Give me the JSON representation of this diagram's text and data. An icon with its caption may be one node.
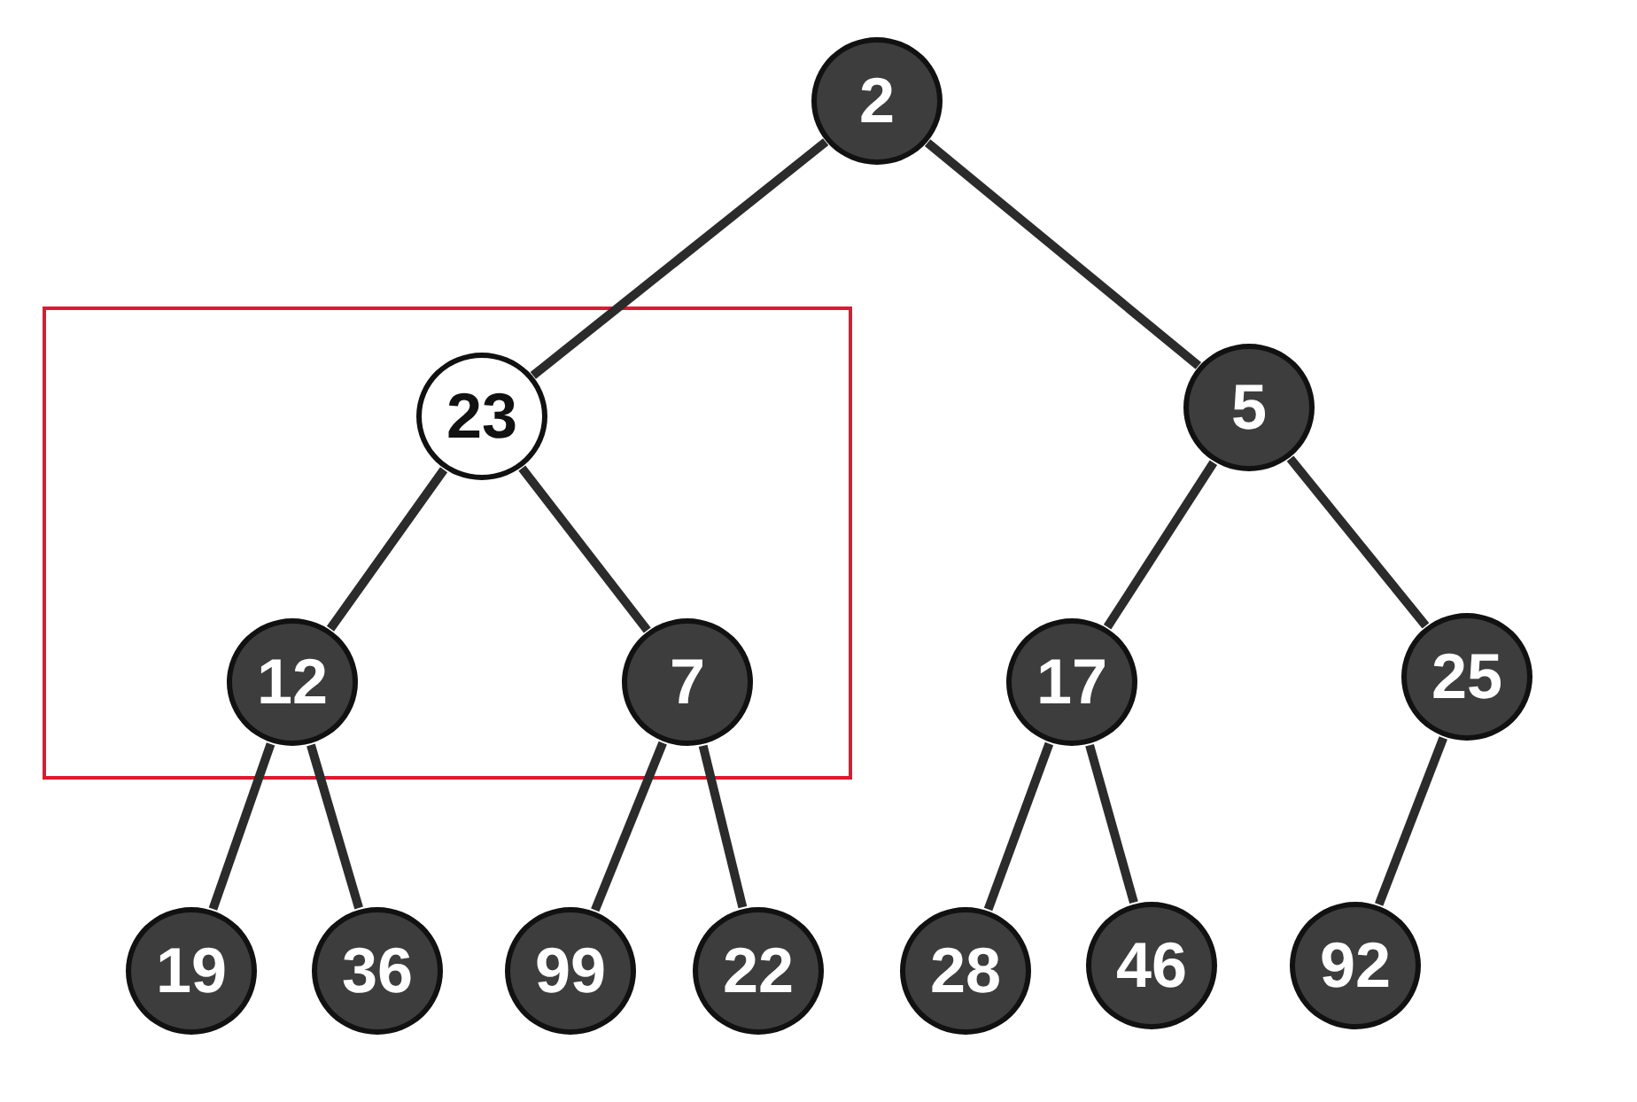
{
  "diagram": {
    "nodes": [
      {
        "text": [
          "2"
        ]
      },
      {
        "text": [
          "23"
        ]
      },
      {
        "text": [
          "5"
        ]
      },
      {
        "text": [
          "12"
        ]
      },
      {
        "text": [
          "7"
        ]
      },
      {
        "text": [
          "17"
        ]
      },
      {
        "text": [
          "25"
        ]
      },
      {
        "text": [
          "19"
        ]
      },
      {
        "text": [
          "36"
        ]
      },
      {
        "text": [
          "99"
        ]
      },
      {
        "text": [
          "22"
        ]
      },
      {
        "text": [
          "28"
        ]
      },
      {
        "text": [
          "46"
        ]
      },
      {
        "text": [
          "92"
        ]
      }
    ],
    "edges": [
      {
        "from": 0,
        "to": 1,
        "arrow": "none"
      },
      {
        "from": 0,
        "to": 2,
        "arrow": "none"
      },
      {
        "from": 1,
        "to": 3,
        "arrow": "none"
      },
      {
        "from": 1,
        "to": 4,
        "arrow": "none"
      },
      {
        "from": 2,
        "to": 5,
        "arrow": "none"
      },
      {
        "from": 2,
        "to": 6,
        "arrow": "none"
      },
      {
        "from": 3,
        "to": 7,
        "arrow": "none"
      },
      {
        "from": 3,
        "to": 8,
        "arrow": "none"
      },
      {
        "from": 4,
        "to": 9,
        "arrow": "none"
      },
      {
        "from": 4,
        "to": 10,
        "arrow": "none"
      },
      {
        "from": 5,
        "to": 11,
        "arrow": "none"
      },
      {
        "from": 5,
        "to": 12,
        "arrow": "none"
      },
      {
        "from": 6,
        "to": 13,
        "arrow": "none"
      }
    ]
  }
}
